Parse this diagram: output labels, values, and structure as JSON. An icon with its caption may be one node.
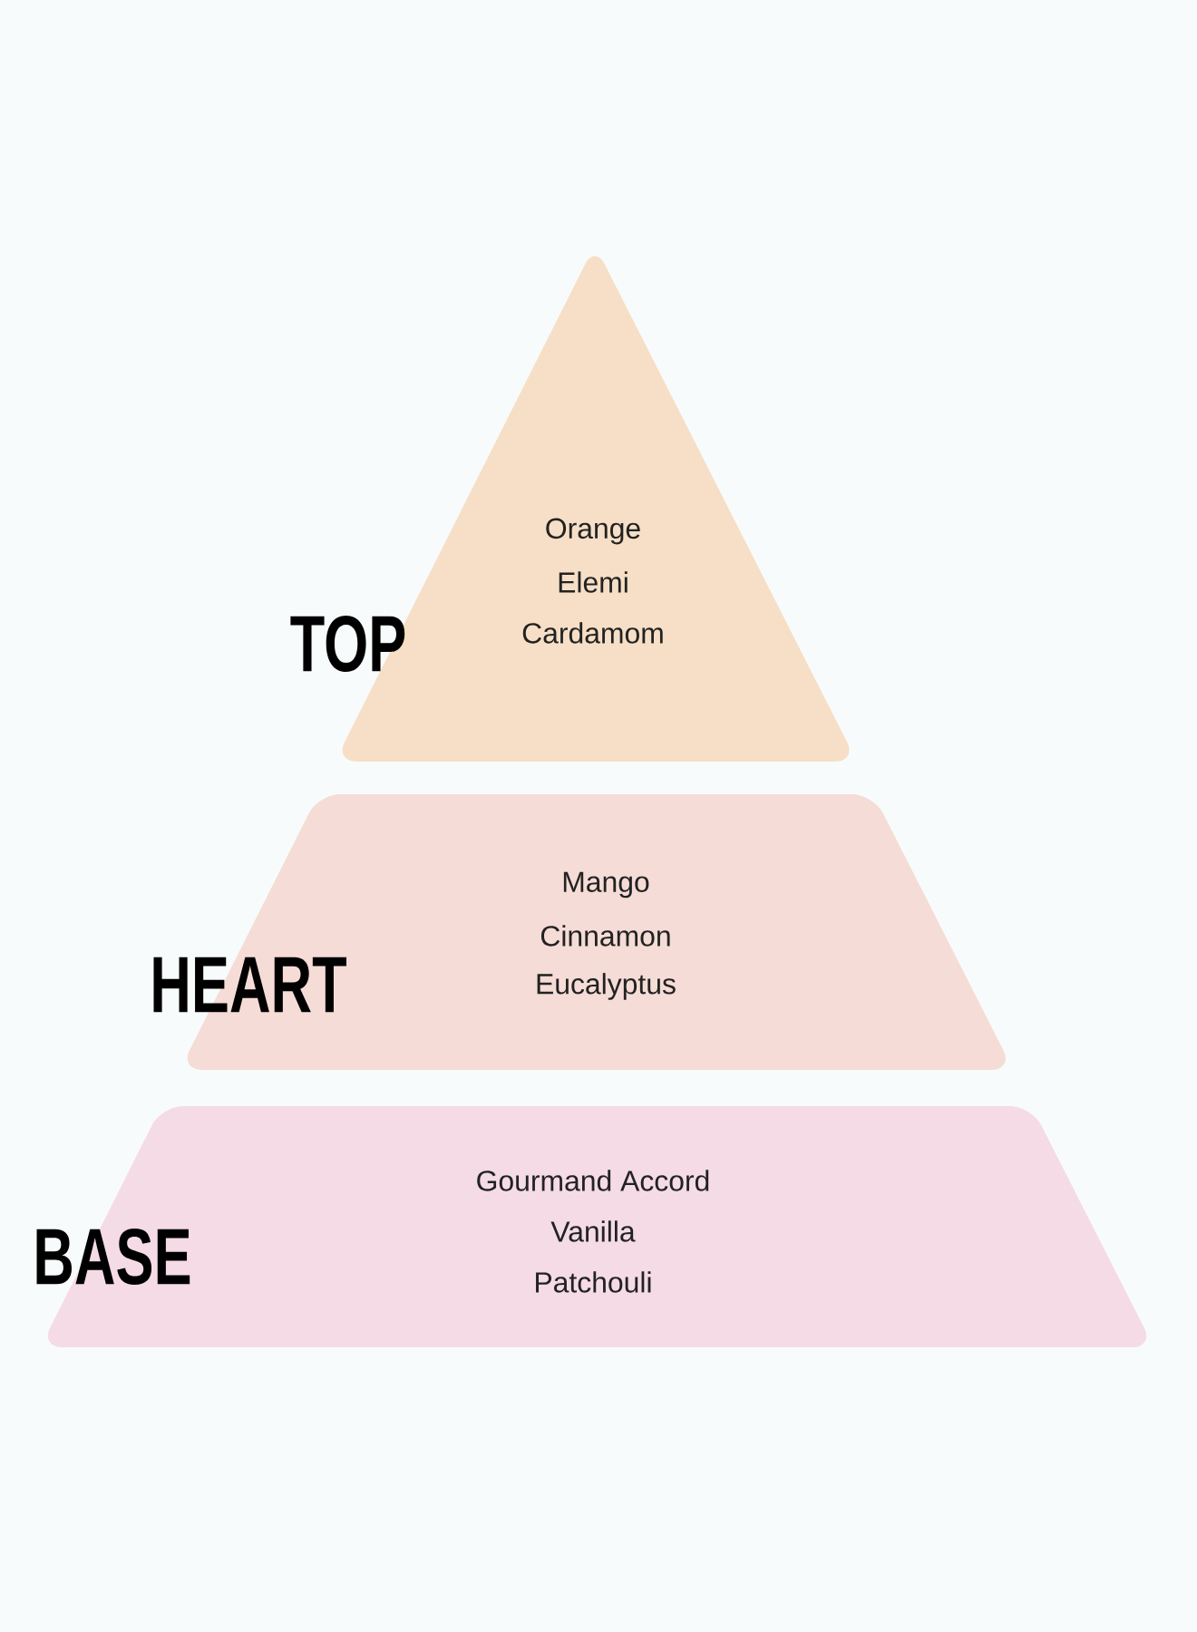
{
  "diagram": {
    "nodes": [
      {
        "text": [
          "TOP",
          "Orange",
          "Elemi",
          "Cardamom"
        ]
      },
      {
        "text": [
          "HEART",
          "Mango",
          "Cinnamon",
          "Eucalyptus"
        ]
      },
      {
        "text": [
          "BASE",
          "Gourmand Accord",
          "Vanilla",
          "Patchouli"
        ]
      }
    ]
  }
}
